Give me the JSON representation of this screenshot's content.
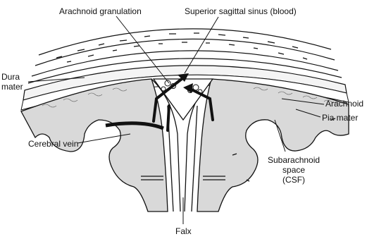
{
  "labels": {
    "arachnoid_granulation": "Arachnoid granulation",
    "superior_sagittal_sinus": "Superior sagittal sinus (blood)",
    "dura_mater_line1": "Dura",
    "dura_mater_line2": "mater",
    "arachnoid": "Arachnoid",
    "pia_mater": "Pia mater",
    "cerebral_vein": "Cerebral vein",
    "subarachnoid_line1": "Subarachnoid",
    "subarachnoid_line2": "space",
    "subarachnoid_line3": "(CSF)",
    "falx": "Falx"
  },
  "colors": {
    "ink": "#111111",
    "brain_fill": "#d9d9d9",
    "tissue_fill": "#ffffff",
    "background": "#ffffff"
  }
}
